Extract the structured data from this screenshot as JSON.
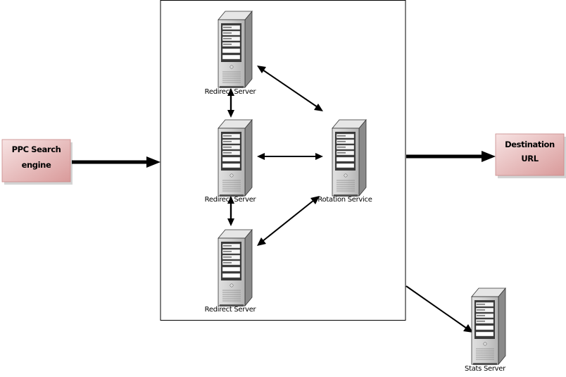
{
  "source_box": {
    "line1": "PPC Search",
    "line2": "engine"
  },
  "destination_box": {
    "line1": "Destination",
    "line2": "URL"
  },
  "servers": {
    "redirect_top": "Redirect Server",
    "redirect_middle": "Redirect Server",
    "redirect_bottom": "Redirect Server",
    "rotation": "Rotation Service",
    "stats": "Stats Server"
  },
  "colors": {
    "box_gradient_start": "#f7e3e3",
    "box_gradient_end": "#d99a9a",
    "server_body": "#c8c8c8",
    "server_side": "#8a8a8a",
    "arrow": "#000000"
  }
}
